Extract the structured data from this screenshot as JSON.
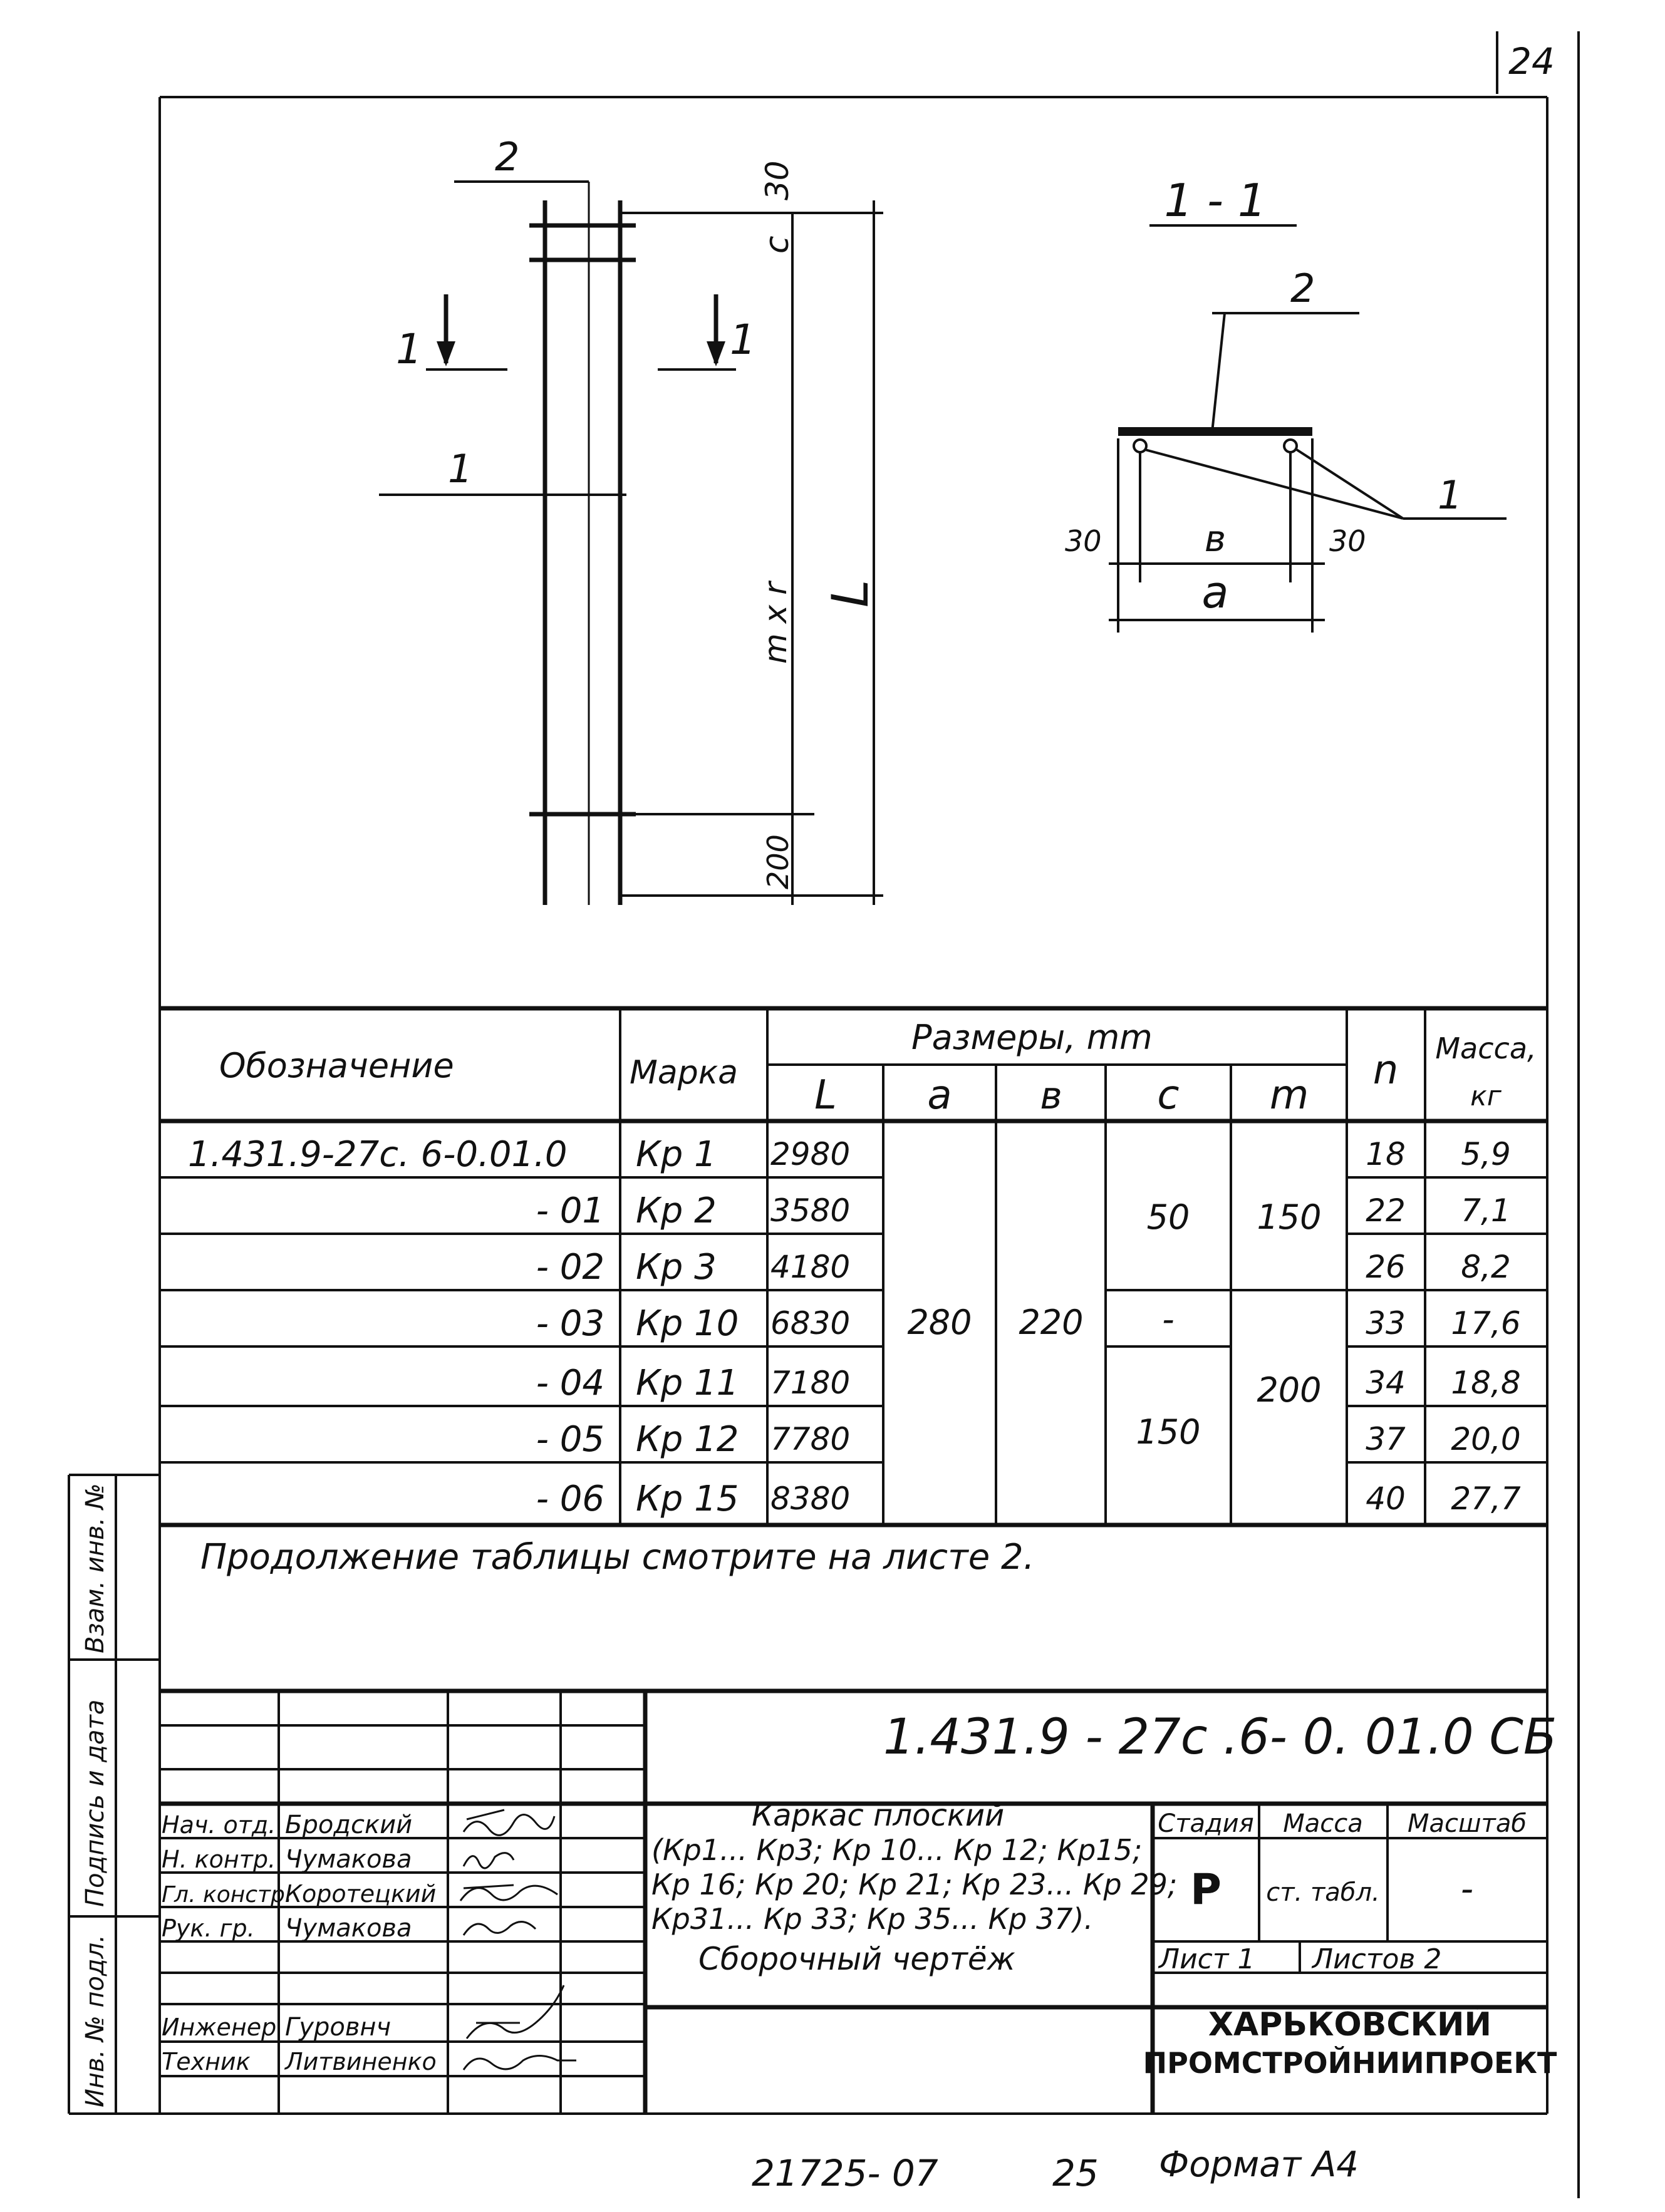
{
  "page_number": "24",
  "drawing": {
    "labels": {
      "pos2": "2",
      "pos1": "1",
      "dim_top": "30",
      "dim_c": "c",
      "dim_mxr": "m x r",
      "dim_L": "L",
      "dim_bottom": "200",
      "sec_left": "1",
      "sec_right": "1"
    },
    "section": {
      "title": "1 - 1",
      "pos2": "2",
      "pos1": "1",
      "dim_left": "30",
      "dim_b": "в",
      "dim_right": "30",
      "dim_a": "a"
    }
  },
  "table": {
    "headers": {
      "designation": "Обозначение",
      "mark": "Марка",
      "dimensions": "Размеры, mm",
      "L": "L",
      "a": "a",
      "b": "в",
      "c": "c",
      "m": "m",
      "n": "n",
      "mass": "Масса,",
      "mass_unit": "кг"
    },
    "rows": [
      {
        "designation": "1.431.9-27c. 6-0.01.0",
        "mark": "Кр 1",
        "L": "2980",
        "n": "18",
        "mass": "5,9"
      },
      {
        "designation": "- 01",
        "mark": "Кр 2",
        "L": "3580",
        "n": "22",
        "mass": "7,1"
      },
      {
        "designation": "- 02",
        "mark": "Кр 3",
        "L": "4180",
        "n": "26",
        "mass": "8,2"
      },
      {
        "designation": "- 03",
        "mark": "Кр 10",
        "L": "6830",
        "n": "33",
        "mass": "17,6"
      },
      {
        "designation": "- 04",
        "mark": "Кр 11",
        "L": "7180",
        "n": "34",
        "mass": "18,8"
      },
      {
        "designation": "- 05",
        "mark": "Кр 12",
        "L": "7780",
        "n": "37",
        "mass": "20,0"
      },
      {
        "designation": "- 06",
        "mark": "Кр 15",
        "L": "8380",
        "n": "40",
        "mass": "27,7"
      }
    ],
    "merged": {
      "a": "280",
      "b": "220",
      "c_top": "50",
      "c_mid": "-",
      "c_bot": "150",
      "m_top": "150",
      "m_bot": "200"
    },
    "note": "Продолжение таблицы смотрите на листе 2."
  },
  "title_block": {
    "code": "1.431.9 - 27c .6- 0. 01.0 СБ",
    "staff": [
      {
        "role": "Нач. отд.",
        "name": "Бродский"
      },
      {
        "role": "Н. контр.",
        "name": "Чумакова"
      },
      {
        "role": "Гл. констр.",
        "name": "Коротецкий"
      },
      {
        "role": "Рук. гр.",
        "name": "Чумакова"
      },
      {
        "role": "",
        "name": ""
      },
      {
        "role": "Инженер",
        "name": "Гуровнч"
      },
      {
        "role": "Техник",
        "name": "Литвиненко"
      }
    ],
    "title_lines": [
      "Каркас плоский",
      "(Кр1... Кр3; Кр 10... Кр 12; Кр15;",
      "Кр 16; Кр 20; Кр 21; Кр 23... Кр 29;",
      "Кр31... Кр 33; Кр 35... Кр 37).",
      "Сборочный чертёж"
    ],
    "stage_label": "Стадия",
    "mass_label": "Масса",
    "scale_label": "Масштаб",
    "stage_value": "Р",
    "mass_value": "ст. табл.",
    "scale_value": "-",
    "sheet": "Лист 1",
    "sheets": "Листов 2",
    "org_line1": "ХАРЬКОВСКИЙ",
    "org_line2": "ПРОМСТРОЙНИИПРОЕКТ"
  },
  "side_stamp": {
    "inv_replace": "Взам. инв. №",
    "sign_date": "Подпись и дата",
    "inv_orig": "Инв. № подл."
  },
  "footer": {
    "number": "21725- 07",
    "page": "25",
    "format": "Формат А4"
  }
}
